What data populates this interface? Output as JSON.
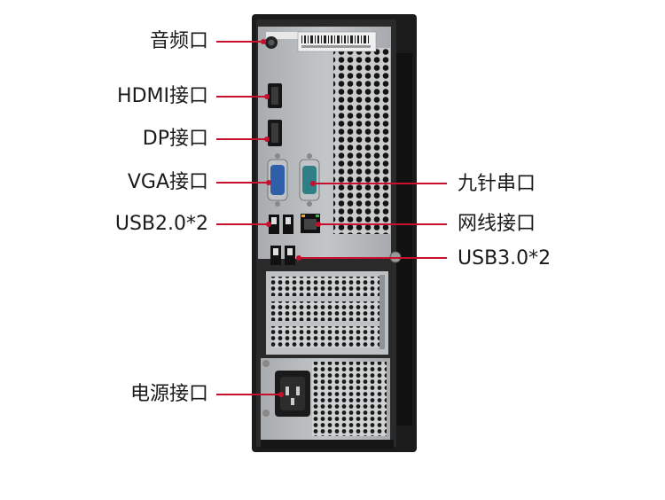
{
  "callouts": {
    "audio": "音频口",
    "hdmi": "HDMI接口",
    "dp": "DP接口",
    "vga": "VGA接口",
    "usb2": "USB2.0*2",
    "power": "电源接口",
    "serial": "九针串口",
    "ethernet": "网线接口",
    "usb3": "USB3.0*2"
  },
  "colors": {
    "leader": "#c8102e",
    "chassis": "#1b1b1b",
    "panel": "#b9bcbf",
    "vga_connector": "#2f5fa8",
    "serial_connector": "#2f7f86"
  }
}
